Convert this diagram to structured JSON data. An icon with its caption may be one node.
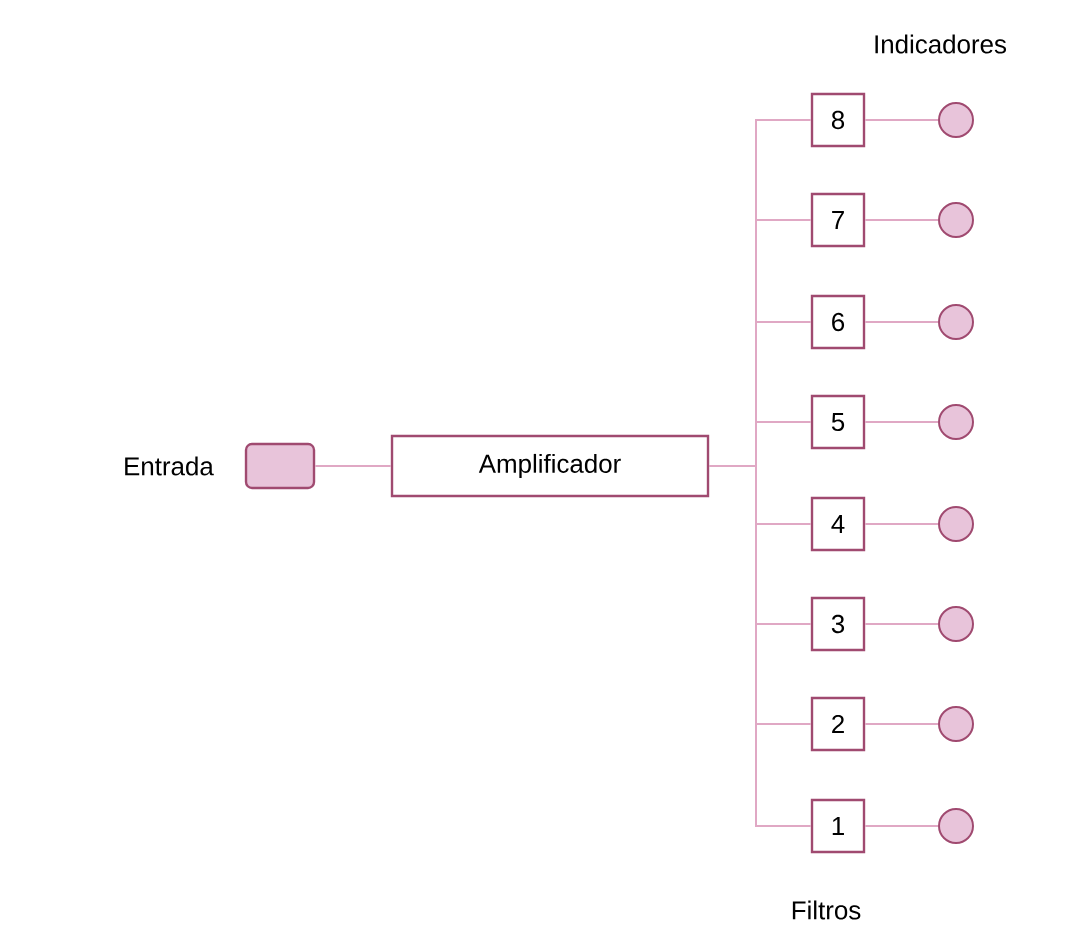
{
  "diagram": {
    "nodes": [
      {
        "text": [],
        "shape": "box",
        "beside": [
          "Entrada"
        ]
      },
      {
        "text": [
          "Amplificador"
        ]
      },
      {
        "text": [
          "8"
        ]
      },
      {
        "text": [
          "7"
        ]
      },
      {
        "text": [
          "6"
        ]
      },
      {
        "text": [
          "5"
        ]
      },
      {
        "text": [
          "4"
        ]
      },
      {
        "text": [
          "3"
        ]
      },
      {
        "text": [
          "2"
        ]
      },
      {
        "text": [
          "1"
        ]
      },
      {
        "text": [],
        "shape": "circle"
      },
      {
        "text": [],
        "shape": "circle"
      },
      {
        "text": [],
        "shape": "circle"
      },
      {
        "text": [],
        "shape": "circle"
      },
      {
        "text": [],
        "shape": "circle"
      },
      {
        "text": [],
        "shape": "circle"
      },
      {
        "text": [],
        "shape": "circle"
      },
      {
        "text": [],
        "shape": "circle"
      }
    ],
    "edges": [
      {
        "from": 0,
        "to": 1,
        "arrow": "none"
      },
      {
        "from": 1,
        "to": 2,
        "arrow": "none"
      },
      {
        "from": 1,
        "to": 3,
        "arrow": "none"
      },
      {
        "from": 1,
        "to": 4,
        "arrow": "none"
      },
      {
        "from": 1,
        "to": 5,
        "arrow": "none"
      },
      {
        "from": 1,
        "to": 6,
        "arrow": "none"
      },
      {
        "from": 1,
        "to": 7,
        "arrow": "none"
      },
      {
        "from": 1,
        "to": 8,
        "arrow": "none"
      },
      {
        "from": 1,
        "to": 9,
        "arrow": "none"
      },
      {
        "from": 2,
        "to": 10,
        "arrow": "none"
      },
      {
        "from": 3,
        "to": 11,
        "arrow": "none"
      },
      {
        "from": 4,
        "to": 12,
        "arrow": "none"
      },
      {
        "from": 5,
        "to": 13,
        "arrow": "none"
      },
      {
        "from": 6,
        "to": 14,
        "arrow": "none"
      },
      {
        "from": 7,
        "to": 15,
        "arrow": "none"
      },
      {
        "from": 8,
        "to": 16,
        "arrow": "none"
      },
      {
        "from": 9,
        "to": 17,
        "arrow": "none"
      }
    ],
    "labels": [
      "Indicadores",
      "Filtros"
    ]
  }
}
